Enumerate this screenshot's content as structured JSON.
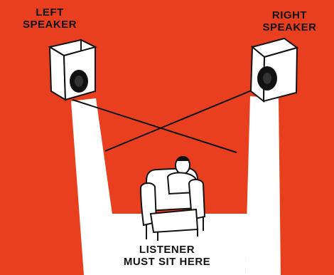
{
  "colors": {
    "background": "#e8401f",
    "beam": "#ffffff",
    "ink": "#111111"
  },
  "labels": {
    "left_speaker": [
      "LEFT",
      "SPEAKER"
    ],
    "right_speaker": [
      "RIGHT",
      "SPEAKER"
    ],
    "listener": [
      "LISTENER",
      "MUST SIT HERE"
    ]
  },
  "icons": {
    "left_speaker": "speaker-cabinet",
    "right_speaker": "speaker-cabinet",
    "listener": "person-in-armchair"
  }
}
